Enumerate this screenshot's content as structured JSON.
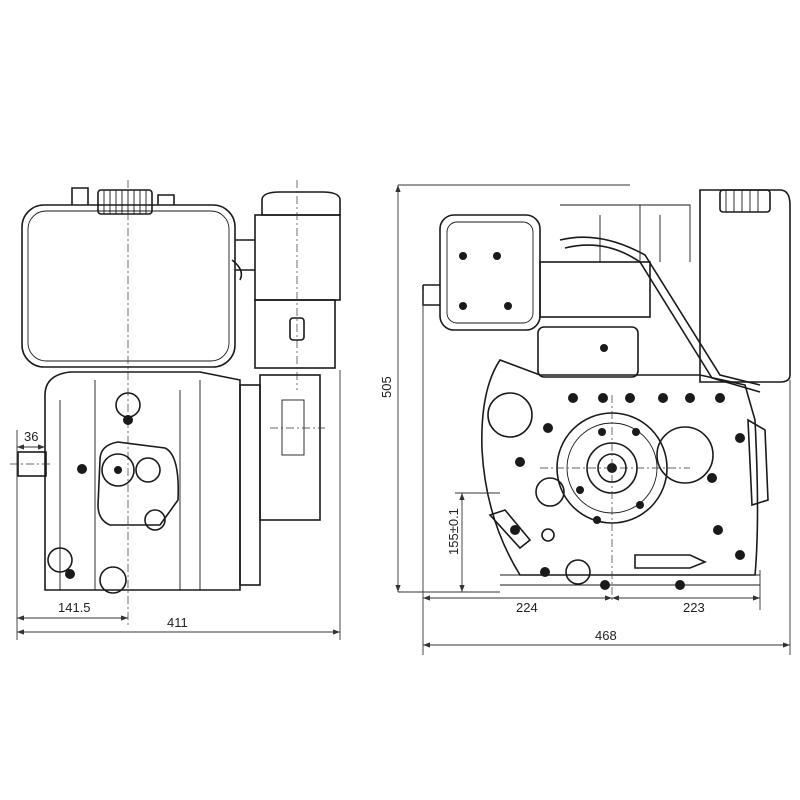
{
  "drawing": {
    "side_view": {
      "dimensions": {
        "shaft_length": "36",
        "shaft_to_center": "141.5",
        "overall_width": "411"
      }
    },
    "front_view": {
      "dimensions": {
        "overall_height": "505",
        "shaft_height": "155±0.1",
        "left_to_center": "224",
        "center_to_right": "223",
        "overall_length": "468"
      }
    },
    "colors": {
      "line": "#1a1a1a",
      "background": "#ffffff"
    }
  }
}
